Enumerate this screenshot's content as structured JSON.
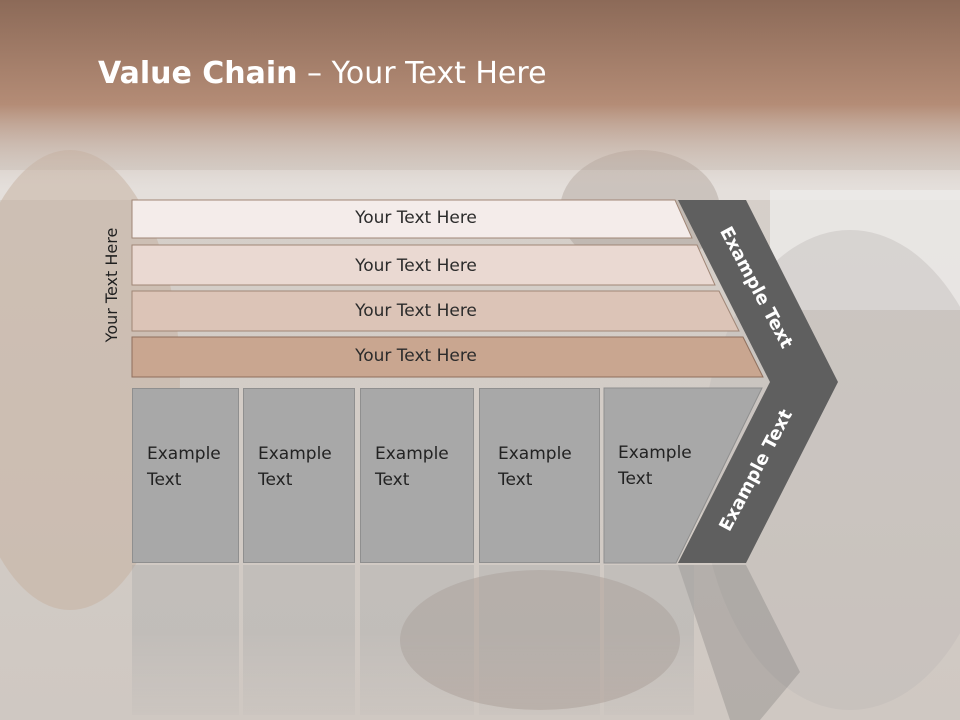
{
  "slide": {
    "title_bold": "Value Chain",
    "title_rest": " – Your Text Here",
    "vertical_label": "Your Text Here"
  },
  "bars": [
    {
      "label": "Your Text Here",
      "color": "#f4ecea"
    },
    {
      "label": "Your Text Here",
      "color": "#ead9d2"
    },
    {
      "label": "Your Text Here",
      "color": "#dcc4b7"
    },
    {
      "label": "Your Text Here",
      "color": "#c9a690"
    }
  ],
  "boxes": [
    {
      "line1": "Example",
      "line2": "Text"
    },
    {
      "line1": "Example",
      "line2": "Text"
    },
    {
      "line1": "Example",
      "line2": "Text"
    },
    {
      "line1": "Example",
      "line2": "Text"
    },
    {
      "line1": "Example",
      "line2": "Text"
    }
  ],
  "chevron": {
    "top_text": "Example Text",
    "bottom_text": "Example Text",
    "color": "#5f5f5f"
  },
  "colors": {
    "header_brown": "#a9806a",
    "box_gray": "#a8a8a8"
  }
}
